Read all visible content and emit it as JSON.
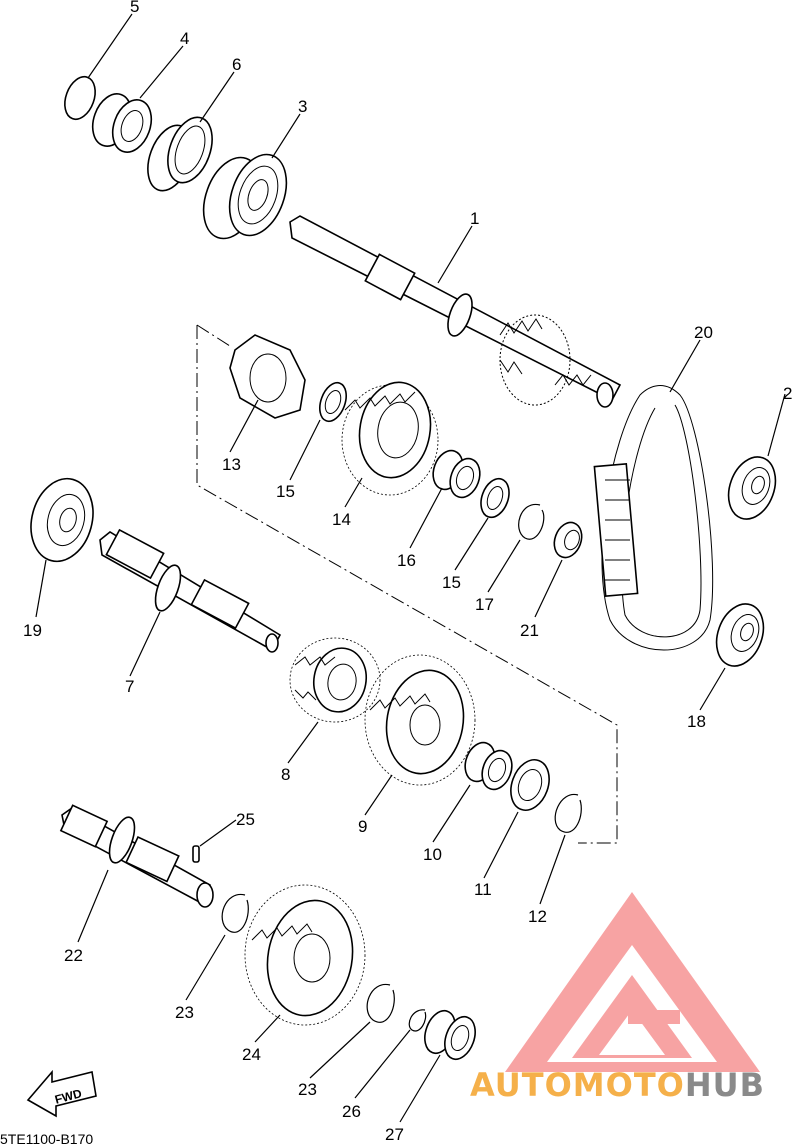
{
  "diagram": {
    "code": "5TE1100-B170",
    "direction_label": "FWD",
    "watermark": {
      "part1": "AUTOMOTO",
      "part2": "HUB",
      "color_primary": "#f5b04a",
      "color_secondary": "#8a8a8a",
      "logo_color": "#f5a0a0"
    },
    "callouts": [
      {
        "key": "c5",
        "label": "5"
      },
      {
        "key": "c4",
        "label": "4"
      },
      {
        "key": "c6",
        "label": "6"
      },
      {
        "key": "c3",
        "label": "3"
      },
      {
        "key": "c1",
        "label": "1"
      },
      {
        "key": "c20",
        "label": "20"
      },
      {
        "key": "c2",
        "label": "2"
      },
      {
        "key": "c13",
        "label": "13"
      },
      {
        "key": "c15a",
        "label": "15"
      },
      {
        "key": "c14",
        "label": "14"
      },
      {
        "key": "c16",
        "label": "16"
      },
      {
        "key": "c15b",
        "label": "15"
      },
      {
        "key": "c17",
        "label": "17"
      },
      {
        "key": "c21",
        "label": "21"
      },
      {
        "key": "c19",
        "label": "19"
      },
      {
        "key": "c7",
        "label": "7"
      },
      {
        "key": "c18",
        "label": "18"
      },
      {
        "key": "c8",
        "label": "8"
      },
      {
        "key": "c9",
        "label": "9"
      },
      {
        "key": "c10",
        "label": "10"
      },
      {
        "key": "c11",
        "label": "11"
      },
      {
        "key": "c12",
        "label": "12"
      },
      {
        "key": "c25",
        "label": "25"
      },
      {
        "key": "c22",
        "label": "22"
      },
      {
        "key": "c23a",
        "label": "23"
      },
      {
        "key": "c24",
        "label": "24"
      },
      {
        "key": "c23b",
        "label": "23"
      },
      {
        "key": "c26",
        "label": "26"
      },
      {
        "key": "c27",
        "label": "27"
      }
    ]
  }
}
